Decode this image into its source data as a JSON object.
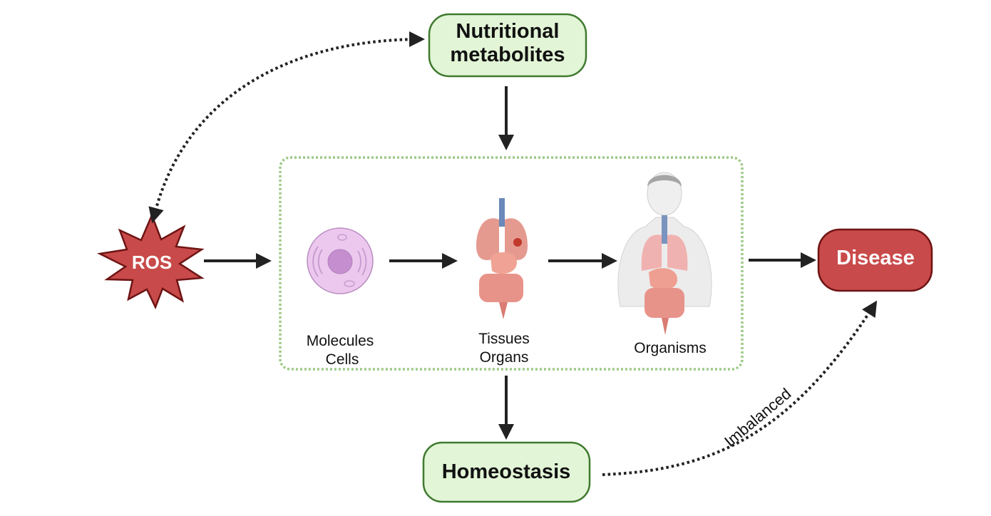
{
  "nodes": {
    "nutritional": {
      "line1": "Nutritional",
      "line2": "metabolites"
    },
    "ros": {
      "label": "ROS"
    },
    "disease": {
      "label": "Disease"
    },
    "homeostasis": {
      "label": "Homeostasis"
    }
  },
  "stages": [
    {
      "line1": "Molecules",
      "line2": "Cells",
      "icon": "cell-icon"
    },
    {
      "line1": "Tissues",
      "line2": "Organs",
      "icon": "organs-icon"
    },
    {
      "line1": "Organisms",
      "line2": "",
      "icon": "human-body-icon"
    }
  ],
  "edges": {
    "imbalanced_label": "Imbalanced"
  },
  "colors": {
    "green_fill": "#e2f5d6",
    "green_stroke": "#3f7a2e",
    "dotted_box": "#9cc985",
    "red_fill": "#c94a4a",
    "red_stroke": "#6e1414",
    "arrow": "#222222"
  }
}
